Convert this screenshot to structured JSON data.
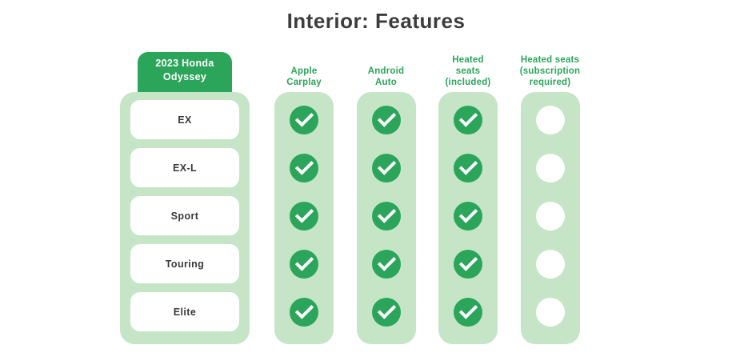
{
  "title": "Interior: Features",
  "vehicle": {
    "label": "2023 Honda Odyssey"
  },
  "trims": [
    "EX",
    "EX-L",
    "Sport",
    "Touring",
    "Elite"
  ],
  "features": [
    {
      "label": "Apple Carplay",
      "values": [
        true,
        true,
        true,
        true,
        true
      ]
    },
    {
      "label": "Android Auto",
      "values": [
        true,
        true,
        true,
        true,
        true
      ]
    },
    {
      "label": "Heated seats (included)",
      "values": [
        true,
        true,
        true,
        true,
        true
      ]
    },
    {
      "label": "Heated seats (subscription required)",
      "values": [
        false,
        false,
        false,
        false,
        false
      ]
    }
  ],
  "colors": {
    "accent_green": "#2ba55a",
    "light_green": "#c6e5c7",
    "title_text": "#3d3d3d"
  },
  "icons": {
    "available": "check-icon",
    "not_available": "empty-circle-icon"
  },
  "chart_data": {
    "type": "table",
    "title": "Interior: Features",
    "row_header": "2023 Honda Odyssey",
    "rows": [
      "EX",
      "EX-L",
      "Sport",
      "Touring",
      "Elite"
    ],
    "columns": [
      "Apple Carplay",
      "Android Auto",
      "Heated seats (included)",
      "Heated seats (subscription required)"
    ],
    "cells": [
      [
        true,
        true,
        true,
        false
      ],
      [
        true,
        true,
        true,
        false
      ],
      [
        true,
        true,
        true,
        false
      ],
      [
        true,
        true,
        true,
        false
      ],
      [
        true,
        true,
        true,
        false
      ]
    ],
    "cell_encoding": {
      "true": "green circle with white checkmark",
      "false": "empty white circle"
    }
  }
}
